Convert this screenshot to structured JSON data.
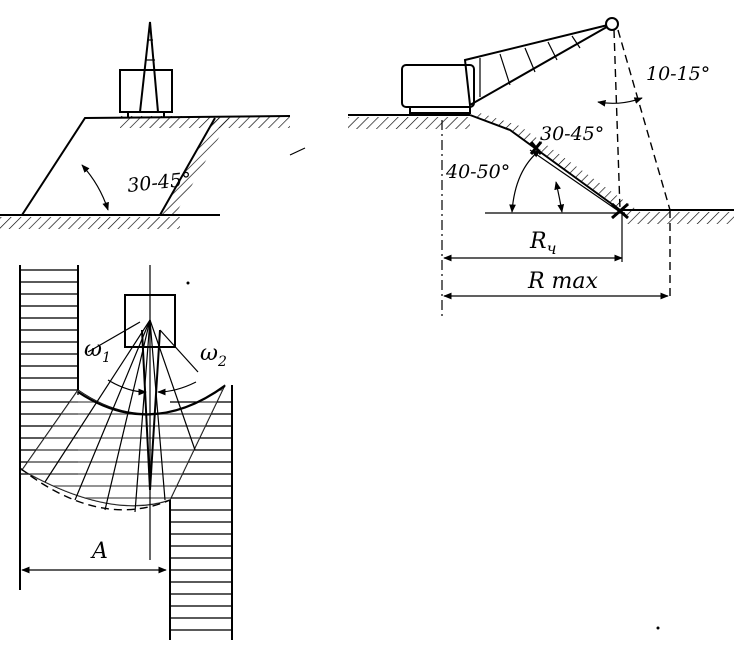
{
  "labels": {
    "slope_angle": "30-45°",
    "wall_angle": "40-50°",
    "bank_angle": "30-45°",
    "boom_angle": "10-15°",
    "radius_work": "R",
    "radius_work_sub": "ч",
    "radius_max": "R max",
    "omega1": "ω",
    "omega1_sub": "1",
    "omega2": "ω",
    "omega2_sub": "2",
    "distance": "A"
  }
}
